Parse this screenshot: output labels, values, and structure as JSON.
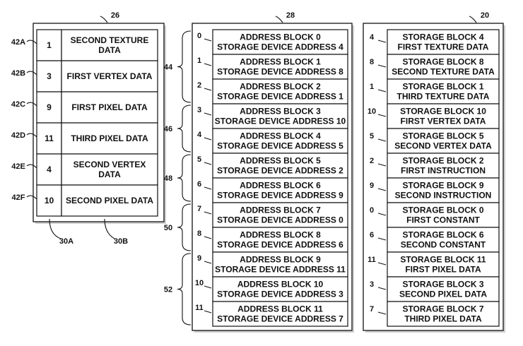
{
  "table_26": {
    "ref": "26",
    "column_refs": [
      "30A",
      "30B"
    ],
    "rows": [
      {
        "tag": "42A",
        "index": "1",
        "lines": [
          "SECOND TEXTURE",
          "DATA"
        ]
      },
      {
        "tag": "42B",
        "index": "3",
        "lines": [
          "FIRST VERTEX DATA"
        ]
      },
      {
        "tag": "42C",
        "index": "9",
        "lines": [
          "FIRST PIXEL DATA"
        ]
      },
      {
        "tag": "42D",
        "index": "11",
        "lines": [
          "THIRD PIXEL DATA"
        ]
      },
      {
        "tag": "42E",
        "index": "4",
        "lines": [
          "SECOND VERTEX",
          "DATA"
        ]
      },
      {
        "tag": "42F",
        "index": "10",
        "lines": [
          "SECOND PIXEL DATA"
        ]
      }
    ]
  },
  "table_28": {
    "ref": "28",
    "rows": [
      {
        "index": "0",
        "lines": [
          "ADDRESS BLOCK 0",
          "STORAGE DEVICE ADDRESS 4"
        ]
      },
      {
        "index": "1",
        "lines": [
          "ADDRESS BLOCK 1",
          "STORAGE DEVICE ADDRESS 8"
        ]
      },
      {
        "index": "2",
        "lines": [
          "ADDRESS BLOCK 2",
          "STORAGE DEVICE ADDRESS 1"
        ]
      },
      {
        "index": "3",
        "lines": [
          "ADDRESS BLOCK 3",
          "STORAGE DEVICE ADDRESS 10"
        ]
      },
      {
        "index": "4",
        "lines": [
          "ADDRESS BLOCK 4",
          "STORAGE DEVICE ADDRESS 5"
        ]
      },
      {
        "index": "5",
        "lines": [
          "ADDRESS BLOCK 5",
          "STORAGE DEVICE ADDRESS 2"
        ]
      },
      {
        "index": "6",
        "lines": [
          "ADDRESS BLOCK 6",
          "STORAGE DEVICE ADDRESS 9"
        ]
      },
      {
        "index": "7",
        "lines": [
          "ADDRESS BLOCK 7",
          "STORAGE DEVICE ADDRESS 0"
        ]
      },
      {
        "index": "8",
        "lines": [
          "ADDRESS BLOCK 8",
          "STORAGE DEVICE ADDRESS 6"
        ]
      },
      {
        "index": "9",
        "lines": [
          "ADDRESS BLOCK 9",
          "STORAGE DEVICE ADDRESS 11"
        ]
      },
      {
        "index": "10",
        "lines": [
          "ADDRESS BLOCK 10",
          "STORAGE DEVICE ADDRESS 3"
        ]
      },
      {
        "index": "11",
        "lines": [
          "ADDRESS BLOCK 11",
          "STORAGE DEVICE ADDRESS 7"
        ]
      }
    ],
    "groups": [
      {
        "label": "44",
        "first_row": 0,
        "last_row": 2
      },
      {
        "label": "46",
        "first_row": 3,
        "last_row": 4
      },
      {
        "label": "48",
        "first_row": 5,
        "last_row": 6
      },
      {
        "label": "50",
        "first_row": 7,
        "last_row": 8
      },
      {
        "label": "52",
        "first_row": 9,
        "last_row": 11
      }
    ]
  },
  "table_20": {
    "ref": "20",
    "rows": [
      {
        "index": "4",
        "lines": [
          "STORAGE BLOCK 4",
          "FIRST TEXTURE DATA"
        ]
      },
      {
        "index": "8",
        "lines": [
          "STORAGE BLOCK 8",
          "SECOND TEXTURE DATA"
        ]
      },
      {
        "index": "1",
        "lines": [
          "STORAGE BLOCK 1",
          "THIRD TEXTURE DATA"
        ]
      },
      {
        "index": "10",
        "lines": [
          "STORAGE BLOCK 10",
          "FIRST VERTEX DATA"
        ]
      },
      {
        "index": "5",
        "lines": [
          "STORAGE BLOCK 5",
          "SECOND VERTEX DATA"
        ]
      },
      {
        "index": "2",
        "lines": [
          "STORAGE BLOCK 2",
          "FIRST INSTRUCTION"
        ]
      },
      {
        "index": "9",
        "lines": [
          "STORAGE BLOCK 9",
          "SECOND INSTRUCTION"
        ]
      },
      {
        "index": "0",
        "lines": [
          "STORAGE BLOCK 0",
          "FIRST CONSTANT"
        ]
      },
      {
        "index": "6",
        "lines": [
          "STORAGE BLOCK 6",
          "SECOND CONSTANT"
        ]
      },
      {
        "index": "11",
        "lines": [
          "STORAGE BLOCK 11",
          "FIRST PIXEL DATA"
        ]
      },
      {
        "index": "3",
        "lines": [
          "STORAGE BLOCK 3",
          "SECOND PIXEL DATA"
        ]
      },
      {
        "index": "7",
        "lines": [
          "STORAGE BLOCK 7",
          "THIRD PIXEL DATA"
        ]
      }
    ]
  }
}
